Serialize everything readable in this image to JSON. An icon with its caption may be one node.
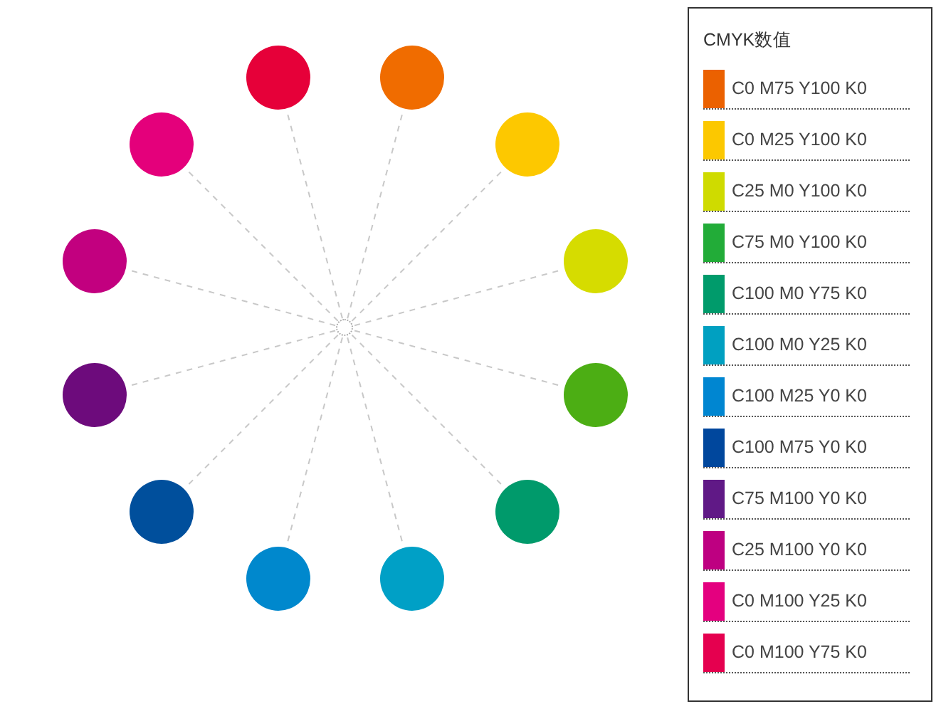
{
  "diagram": {
    "nodes": [
      {
        "text": [],
        "shape": "circle"
      },
      {
        "text": [],
        "shape": "circle"
      },
      {
        "text": [],
        "shape": "circle"
      },
      {
        "text": [],
        "shape": "circle"
      },
      {
        "text": [],
        "shape": "circle"
      },
      {
        "text": [],
        "shape": "circle"
      },
      {
        "text": [],
        "shape": "circle"
      },
      {
        "text": [],
        "shape": "circle"
      },
      {
        "text": [],
        "shape": "circle"
      },
      {
        "text": [],
        "shape": "circle"
      },
      {
        "text": [],
        "shape": "circle"
      },
      {
        "text": [],
        "shape": "circle"
      },
      {
        "text": [],
        "shape": "circle"
      }
    ],
    "edges": [
      {
        "from": 6,
        "to": 0,
        "arrow": "none",
        "style": "dashed"
      },
      {
        "from": 6,
        "to": 1,
        "arrow": "none",
        "style": "dashed"
      },
      {
        "from": 6,
        "to": 2,
        "arrow": "none",
        "style": "dashed"
      },
      {
        "from": 6,
        "to": 3,
        "arrow": "none",
        "style": "dashed"
      },
      {
        "from": 6,
        "to": 4,
        "arrow": "none",
        "style": "dashed"
      },
      {
        "from": 6,
        "to": 5,
        "arrow": "none",
        "style": "dashed"
      },
      {
        "from": 6,
        "to": 7,
        "arrow": "none",
        "style": "dashed"
      },
      {
        "from": 6,
        "to": 8,
        "arrow": "none",
        "style": "dashed"
      },
      {
        "from": 6,
        "to": 9,
        "arrow": "none",
        "style": "dashed"
      },
      {
        "from": 6,
        "to": 10,
        "arrow": "none",
        "style": "dashed"
      },
      {
        "from": 6,
        "to": 11,
        "arrow": "none",
        "style": "dashed"
      },
      {
        "from": 6,
        "to": 12,
        "arrow": "none",
        "style": "dashed"
      }
    ],
    "labels": [
      "CMYK数值"
    ],
    "legend": [
      {
        "text": "C0 M75 Y100 K0",
        "color": "#eb6100"
      },
      {
        "text": "C0 M25 Y100 K0",
        "color": "#fcc800"
      },
      {
        "text": "C25 M0 Y100 K0",
        "color": "#cfdb00"
      },
      {
        "text": "C75 M0 Y100 K0",
        "color": "#22ac38"
      },
      {
        "text": "C100 M0 Y75 K0",
        "color": "#009b6b"
      },
      {
        "text": "C100 M0 Y25 K0",
        "color": "#00a0c1"
      },
      {
        "text": "C100 M25 Y0 K0",
        "color": "#0086d1"
      },
      {
        "text": "C100 M75 Y0 K0",
        "color": "#00479d"
      },
      {
        "text": "C75 M100 Y0 K0",
        "color": "#601986"
      },
      {
        "text": "C25 M100 Y0 K0",
        "color": "#be0081"
      },
      {
        "text": "C0 M100 Y25 K0",
        "color": "#e4007f"
      },
      {
        "text": "C0 M100 Y75 K0",
        "color": "#e5004f"
      }
    ]
  }
}
